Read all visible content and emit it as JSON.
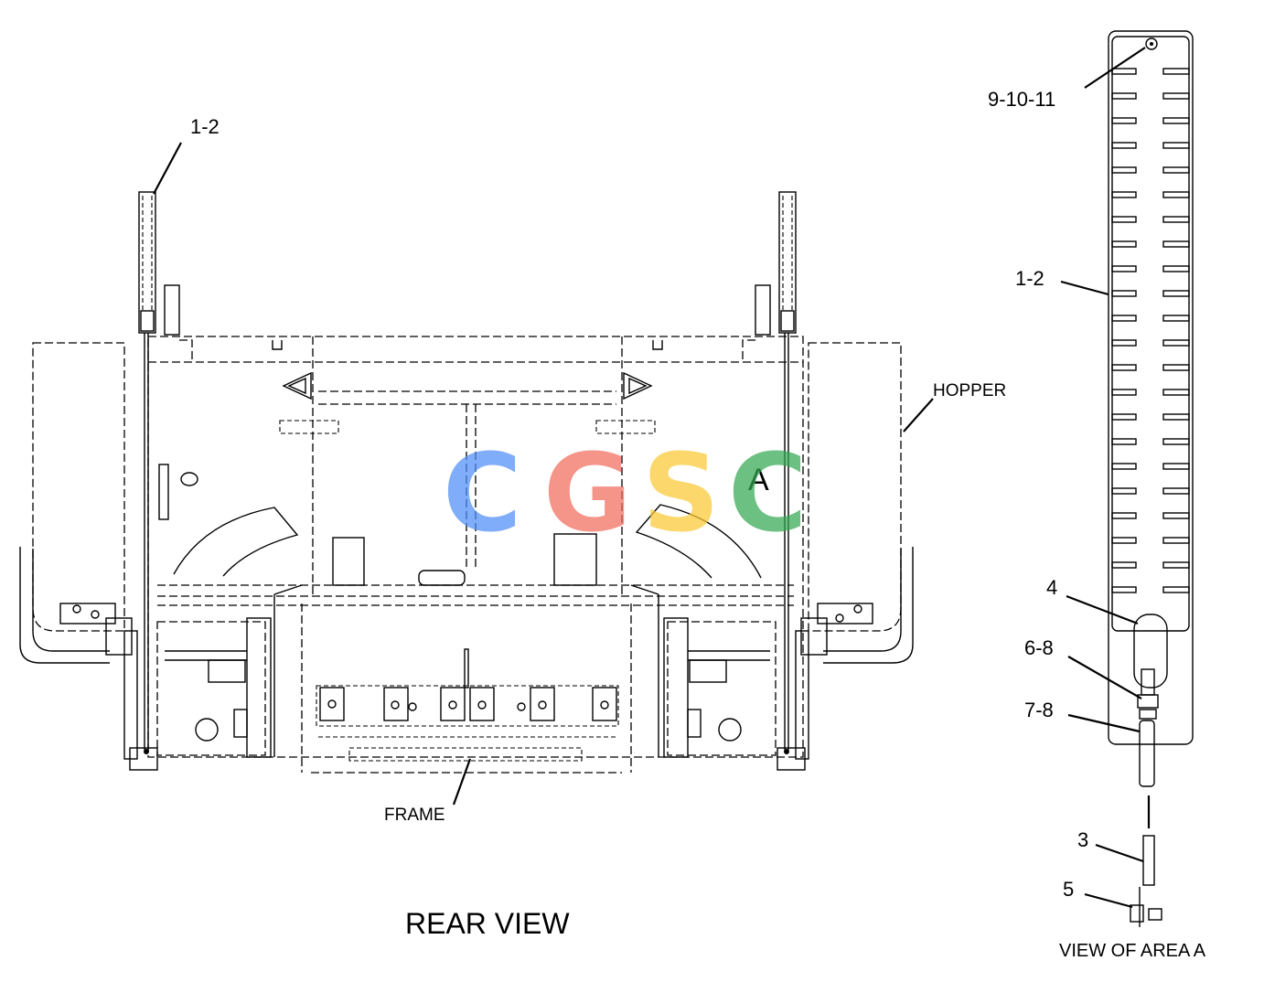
{
  "title": "REAR VIEW",
  "detail_title": "VIEW OF AREA  A",
  "area_marker": "A",
  "labels": {
    "hopper": "HOPPER",
    "frame": "FRAME"
  },
  "callouts": {
    "rear_left": "1-2",
    "detail_9_10_11": "9-10-11",
    "detail_1_2": "1-2",
    "detail_4": "4",
    "detail_6_8": "6-8",
    "detail_7_8": "7-8",
    "detail_3": "3",
    "detail_5": "5"
  },
  "watermark": {
    "letters": [
      "C",
      "G",
      "S",
      "C"
    ],
    "colors": [
      "#4f8ef7",
      "#f26b5b",
      "#fcc934",
      "#34a853"
    ]
  }
}
